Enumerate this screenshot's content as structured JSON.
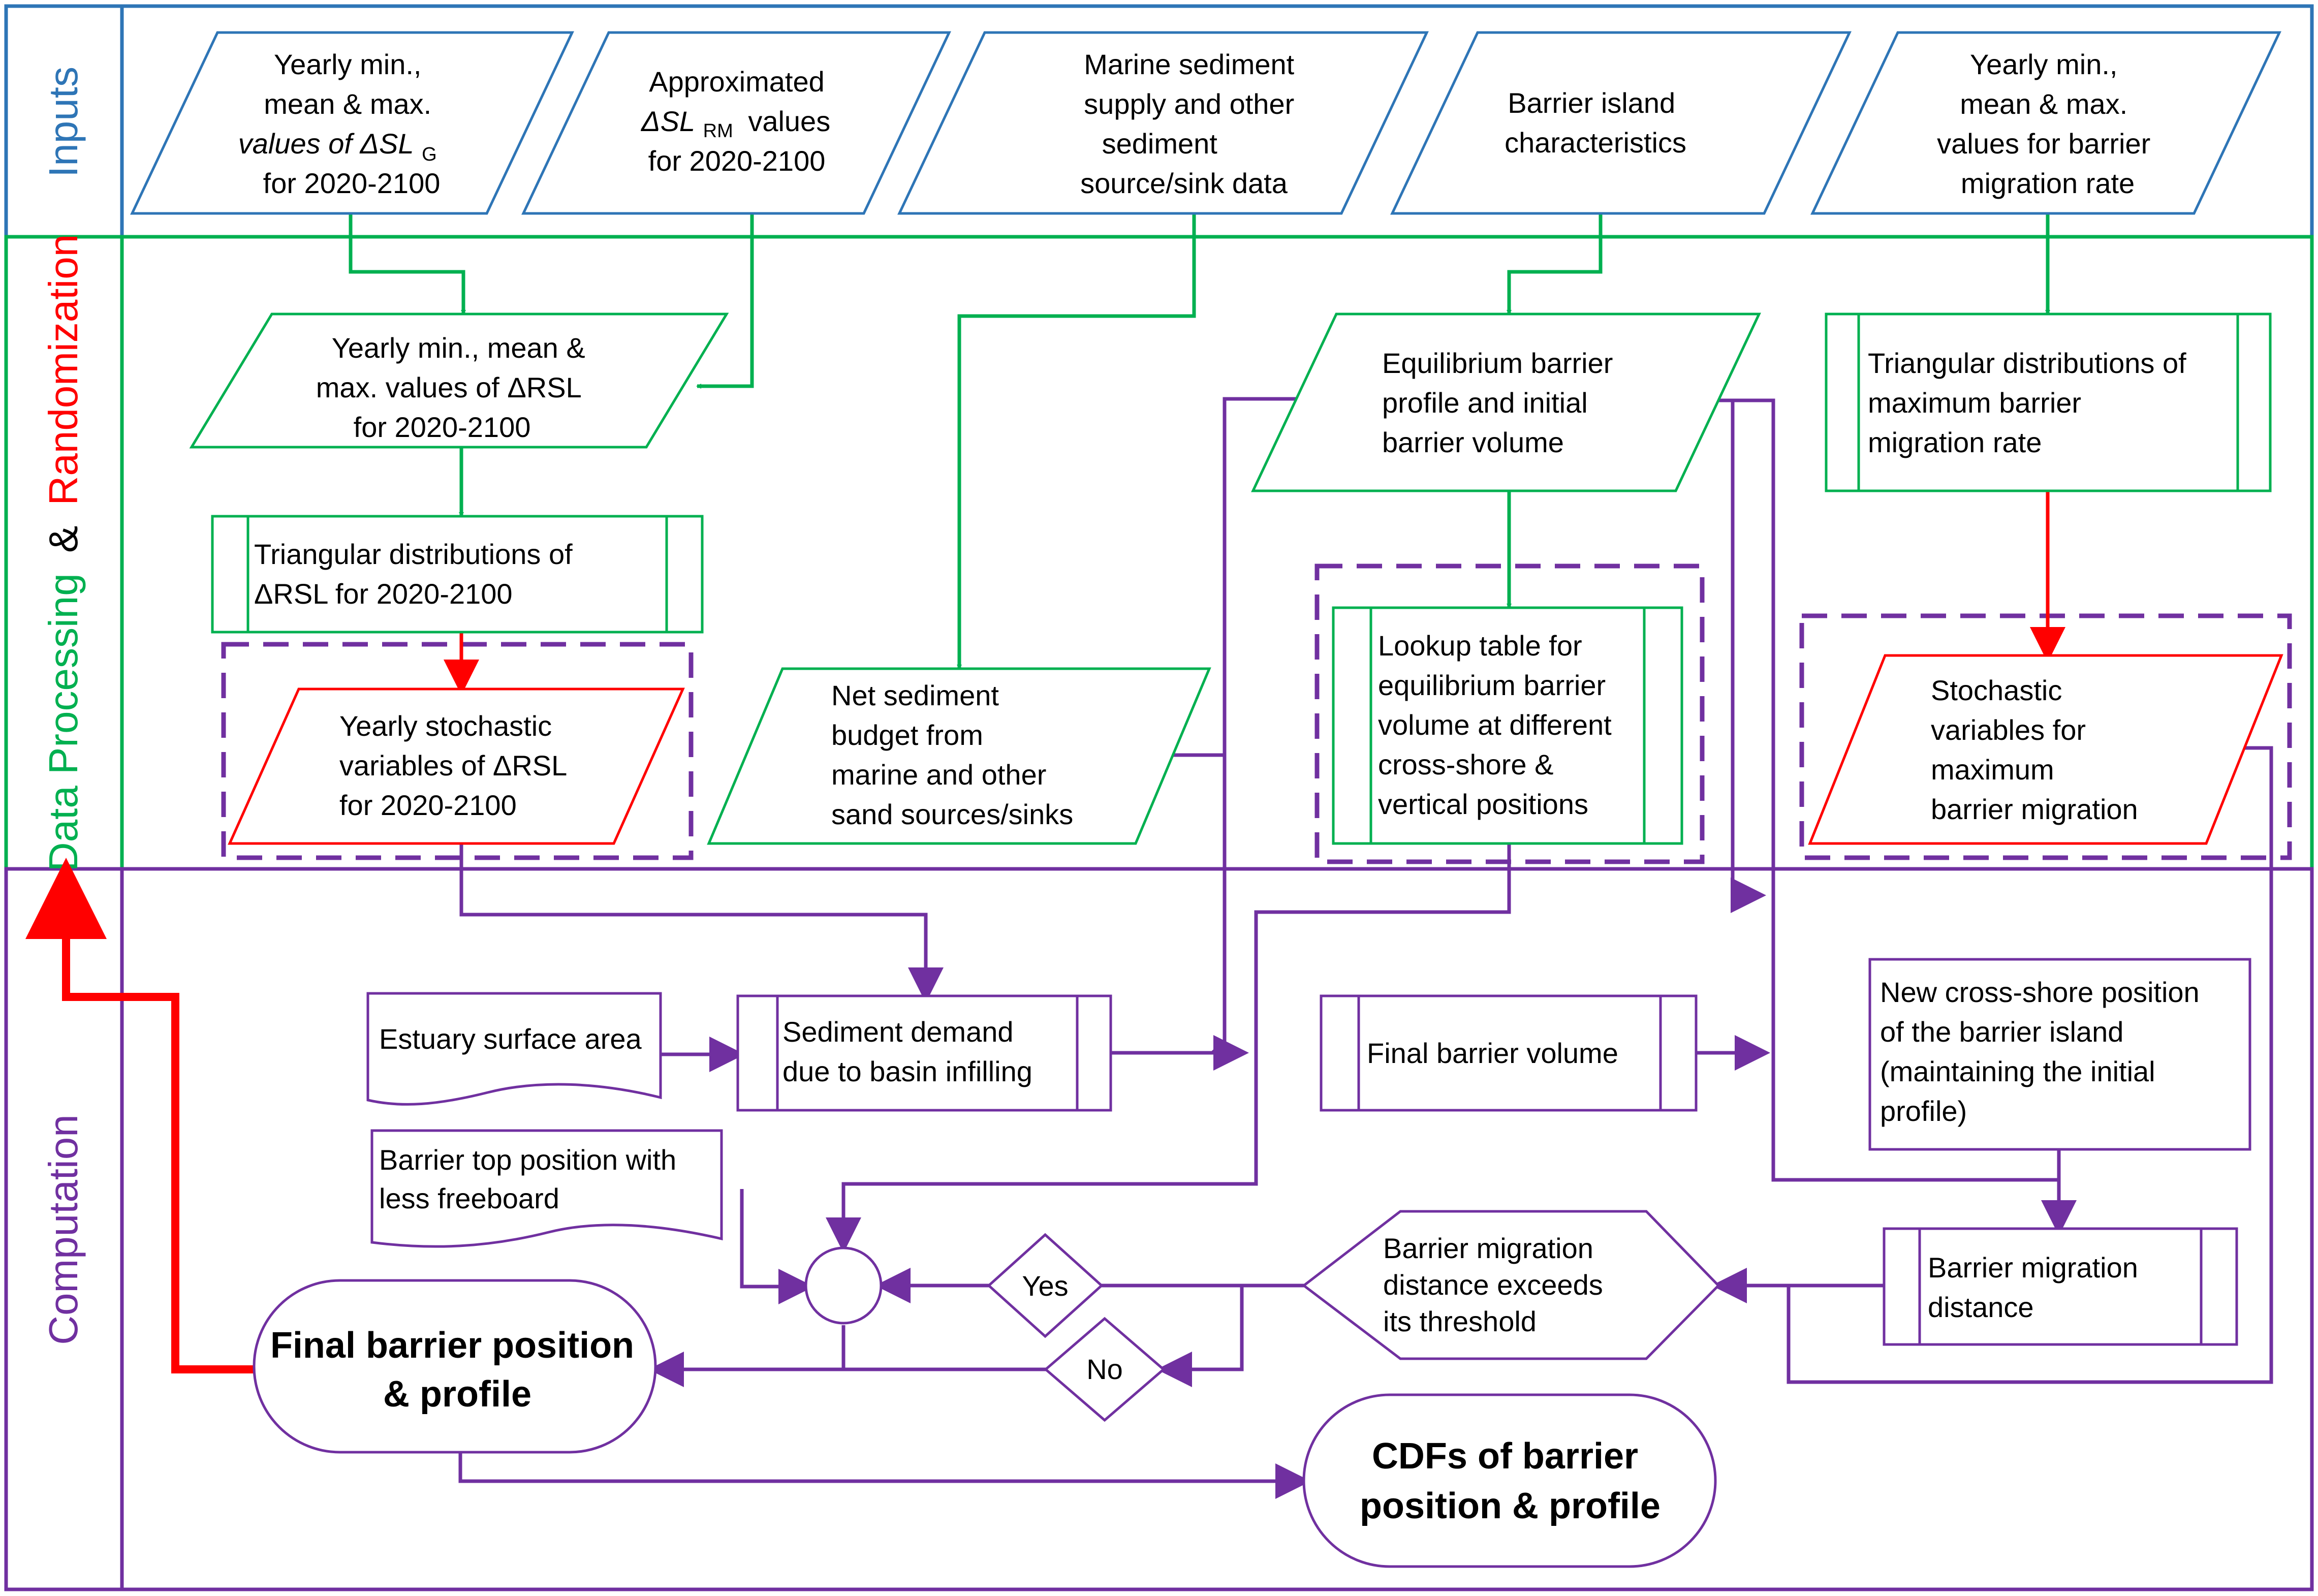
{
  "lanes": {
    "inputs": "Inputs",
    "processing_a": "Data Processing",
    "processing_amp": "&",
    "processing_b": "Randomization",
    "computation": "Computation"
  },
  "colors": {
    "blue": "#2e75b6",
    "green": "#00b050",
    "red": "#ff0000",
    "purple": "#7030a0"
  },
  "nodes": {
    "in1": [
      "Yearly min.,",
      "mean & max.",
      "values of ΔSL",
      "for 2020-2100"
    ],
    "in1_sub": "G",
    "in2": [
      "Approximated",
      "ΔSL",
      "values",
      "for 2020-2100"
    ],
    "in2_sub": "RM",
    "in3": [
      "Marine sediment",
      "supply and other",
      "sediment",
      "source/sink data"
    ],
    "in4": [
      "Barrier island",
      "characteristics"
    ],
    "in5": [
      "Yearly min.,",
      "mean & max.",
      "values for barrier",
      "migration rate"
    ],
    "p1": [
      "Yearly min., mean &",
      "max. values of ΔRSL",
      "for 2020-2100"
    ],
    "p2": [
      "Triangular distributions of",
      "ΔRSL for 2020-2100"
    ],
    "p3": [
      "Yearly stochastic",
      "variables of ΔRSL",
      "for 2020-2100"
    ],
    "p4": [
      "Net sediment",
      "budget from",
      "marine and other",
      "sand sources/sinks"
    ],
    "p5": [
      "Equilibrium barrier",
      "profile and initial",
      "barrier volume"
    ],
    "p6": [
      "Lookup table for",
      "equilibrium barrier",
      "volume at different",
      "cross-shore &",
      "vertical positions"
    ],
    "p7": [
      "Triangular distributions of",
      "maximum barrier",
      "migration rate"
    ],
    "p8": [
      "Stochastic",
      "variables for",
      "maximum",
      "barrier migration"
    ],
    "c1": "Estuary surface area",
    "c2": [
      "Sediment demand",
      "due to basin infilling"
    ],
    "c3": "Final barrier volume",
    "c4": [
      "New cross-shore position",
      "of the barrier island",
      "(maintaining the initial",
      "profile)"
    ],
    "c5": [
      "Barrier top position with",
      "less freeboard"
    ],
    "c6": [
      "Barrier migration",
      "distance exceeds",
      "its threshold"
    ],
    "c7": [
      "Barrier migration",
      "distance"
    ],
    "yes": "Yes",
    "no": "No",
    "c8": [
      "Final barrier position",
      "& profile"
    ],
    "c9": [
      "CDFs of barrier",
      "position & profile"
    ]
  }
}
